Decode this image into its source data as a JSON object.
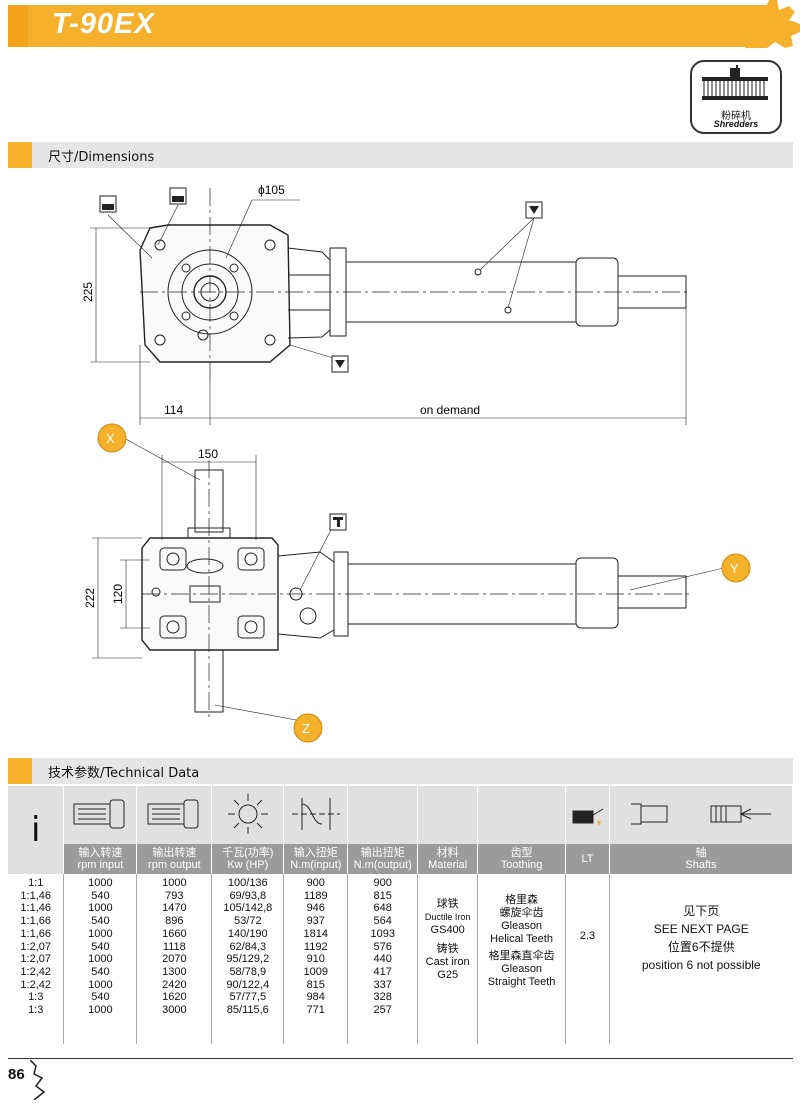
{
  "header": {
    "title": "T-90EX"
  },
  "badge": {
    "label_cn": "粉碎机",
    "label_en": "Shredders"
  },
  "sections": {
    "dimensions": "尺寸/Dimensions",
    "technical": "技术参数/Technical Data"
  },
  "dims": {
    "d105": "ϕ105",
    "d225": "225",
    "d114": "114",
    "on_demand": "on demand",
    "d150": "150",
    "d222": "222",
    "d120": "120",
    "x": "X",
    "y": "Y",
    "z": "Z"
  },
  "table": {
    "i_symbol": "i",
    "headers": [
      {
        "cn": "输入转速",
        "en": "rpm input"
      },
      {
        "cn": "输出转速",
        "en": "rpm output"
      },
      {
        "cn": "千瓦(功率)",
        "en": "Kw (HP)"
      },
      {
        "cn": "输入扭矩",
        "en": "N.m(input)"
      },
      {
        "cn": "输出扭矩",
        "en": "N.m(output)"
      },
      {
        "cn": "材料",
        "en": "Material"
      },
      {
        "cn": "齿型",
        "en": "Toothing"
      },
      {
        "cn": "",
        "en": "LT"
      },
      {
        "cn": "轴",
        "en": "Shafts"
      }
    ],
    "ratios": [
      "1:1",
      "1:1,46",
      "1:1,46",
      "1:1,66",
      "1:1,66",
      "1:2,07",
      "1:2,07",
      "1:2,42",
      "1:2,42",
      "1:3",
      "1:3"
    ],
    "rpm_input": [
      "1000",
      "540",
      "1000",
      "540",
      "1000",
      "540",
      "1000",
      "540",
      "1000",
      "540",
      "1000"
    ],
    "rpm_output": [
      "1000",
      "793",
      "1470",
      "896",
      "1660",
      "1118",
      "2070",
      "1300",
      "2420",
      "1620",
      "3000"
    ],
    "kw_hp": [
      "100/136",
      "69/93,8",
      "105/142,8",
      "53/72",
      "140/190",
      "62/84,3",
      "95/129,2",
      "58/78,9",
      "90/122,4",
      "57/77,5",
      "85/115,6"
    ],
    "nm_input": [
      "900",
      "1189",
      "946",
      "937",
      "1814",
      "1192",
      "910",
      "1009",
      "815",
      "984",
      "771"
    ],
    "nm_output": [
      "900",
      "815",
      "648",
      "564",
      "1093",
      "576",
      "440",
      "417",
      "337",
      "328",
      "257"
    ],
    "material": {
      "cn1": "球铁",
      "en1": "Ductile Iron",
      "code1": "GS400",
      "cn2": "铸铁",
      "en2": "Cast iron",
      "code2": "G25"
    },
    "toothing": {
      "cn1": "格里森",
      "cn1b": "螺旋伞齿",
      "en1a": "Gleason",
      "en1b": "Helical Teeth",
      "cn2": "格里森直伞齿",
      "en2a": "Gleason",
      "en2b": "Straight Teeth"
    },
    "lt": "2.3",
    "shafts": {
      "cn1": "见下页",
      "en1": "SEE NEXT PAGE",
      "cn2": "位置6不提供",
      "en2": "position 6 not possible"
    }
  },
  "footer": {
    "page": "86"
  },
  "colors": {
    "accent": "#f6b12c",
    "header_grey": "#9b9b9b",
    "light_grey": "#e0e0e0"
  }
}
